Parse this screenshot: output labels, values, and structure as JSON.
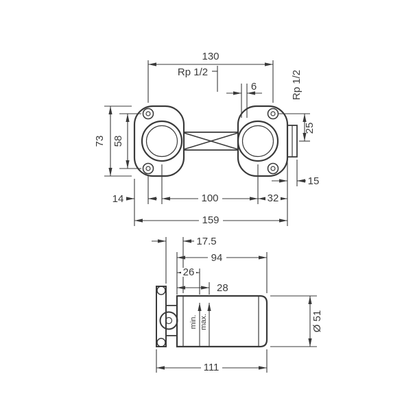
{
  "page": {
    "background": "#ffffff",
    "line_color": "#3a3a3a",
    "drawing_kind": "installation dimension drawing, front view and side view"
  },
  "front_view": {
    "dim_130": "130",
    "thread_left": "Rp 1/2",
    "thread_right": "Rp 1/2",
    "dim_6": "6",
    "dim_73": "73",
    "dim_58": "58",
    "dim_25": "25",
    "dim_15": "15",
    "dim_14": "14",
    "dim_100": "100",
    "dim_32": "32",
    "dim_159": "159"
  },
  "side_view": {
    "dim_17_5": "17.5",
    "dim_94": "94",
    "dim_26": "26",
    "dim_28": "28",
    "dim_diameter": "Ø 51",
    "dim_111": "111",
    "label_min": "min.",
    "label_max": "max."
  }
}
